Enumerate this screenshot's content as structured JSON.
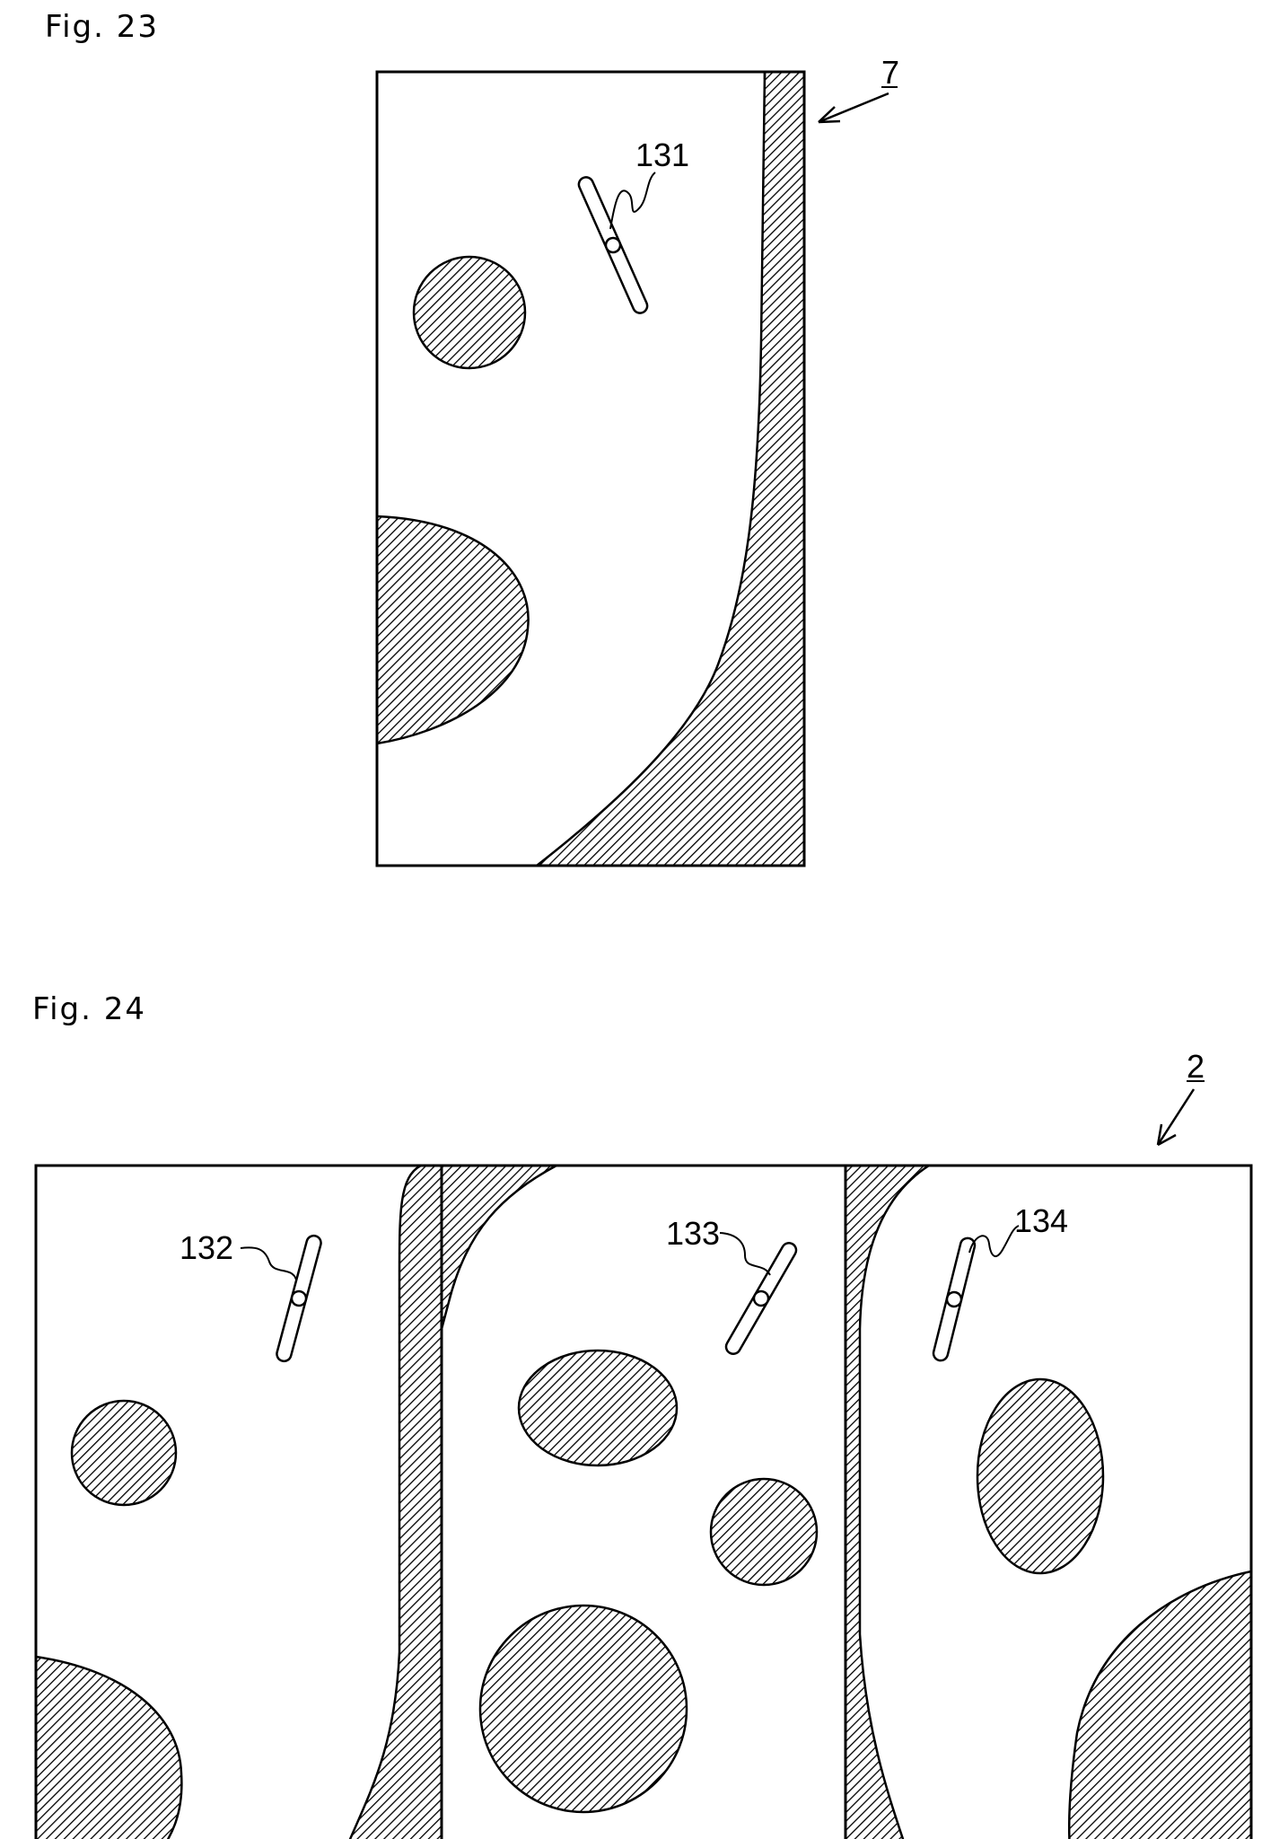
{
  "figures": [
    {
      "title": "Fig. 23",
      "reference_labels": {
        "sample": "7",
        "marker": "131"
      }
    },
    {
      "title": "Fig. 24",
      "reference_labels": {
        "sample": "2",
        "marker_1": "132",
        "marker_2": "133",
        "marker_3": "134"
      }
    }
  ],
  "colors": {
    "ink": "#000000",
    "background": "#ffffff"
  }
}
